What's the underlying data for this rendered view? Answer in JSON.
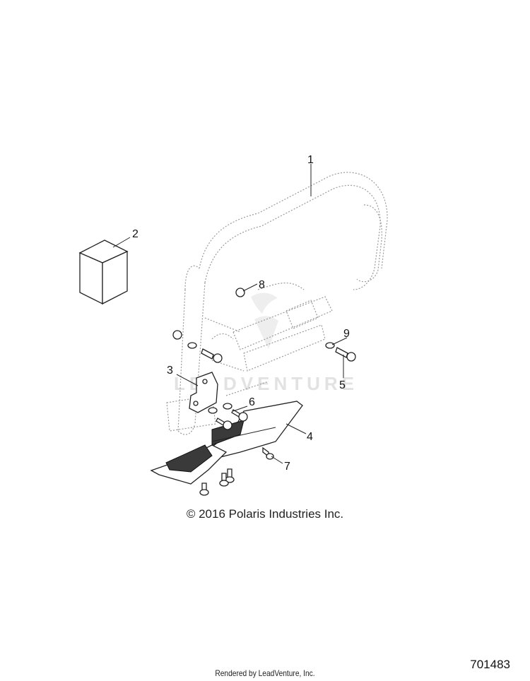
{
  "callouts": [
    {
      "id": "1",
      "label": "1"
    },
    {
      "id": "2",
      "label": "2"
    },
    {
      "id": "3",
      "label": "3"
    },
    {
      "id": "4",
      "label": "4"
    },
    {
      "id": "5",
      "label": "5"
    },
    {
      "id": "6",
      "label": "6"
    },
    {
      "id": "7",
      "label": "7"
    },
    {
      "id": "8",
      "label": "8"
    },
    {
      "id": "9",
      "label": "9"
    }
  ],
  "watermark": "LEADVENTURE",
  "copyright": "© 2016 Polaris Industries Inc.",
  "rendered_by": "Rendered by LeadVenture, Inc.",
  "diagram_number": "701483"
}
